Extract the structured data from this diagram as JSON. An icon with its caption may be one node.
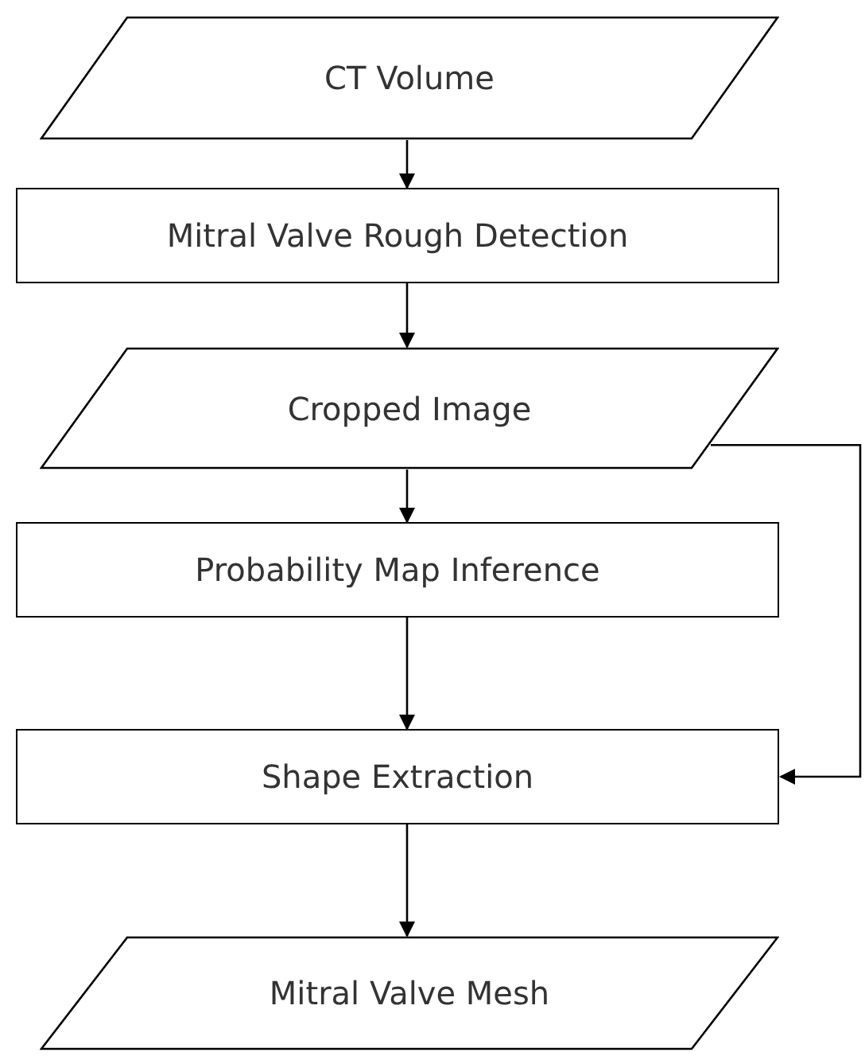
{
  "diagram": {
    "nodes": [
      {
        "text": [
          "CT Volume"
        ]
      },
      {
        "text": [
          "Mitral Valve Rough Detection"
        ]
      },
      {
        "text": [
          "Cropped Image"
        ]
      },
      {
        "text": [
          "Probability Map Inference"
        ]
      },
      {
        "text": [
          "Shape Extraction"
        ]
      },
      {
        "text": [
          "Mitral Valve Mesh"
        ]
      }
    ],
    "edges": [
      {
        "from": 0,
        "to": 1,
        "arrow": "to"
      },
      {
        "from": 1,
        "to": 2,
        "arrow": "to"
      },
      {
        "from": 2,
        "to": 3,
        "arrow": "to"
      },
      {
        "from": 3,
        "to": 4,
        "arrow": "to"
      },
      {
        "from": 4,
        "to": 5,
        "arrow": "to"
      },
      {
        "from": 2,
        "to": 4,
        "arrow": "to"
      }
    ]
  }
}
